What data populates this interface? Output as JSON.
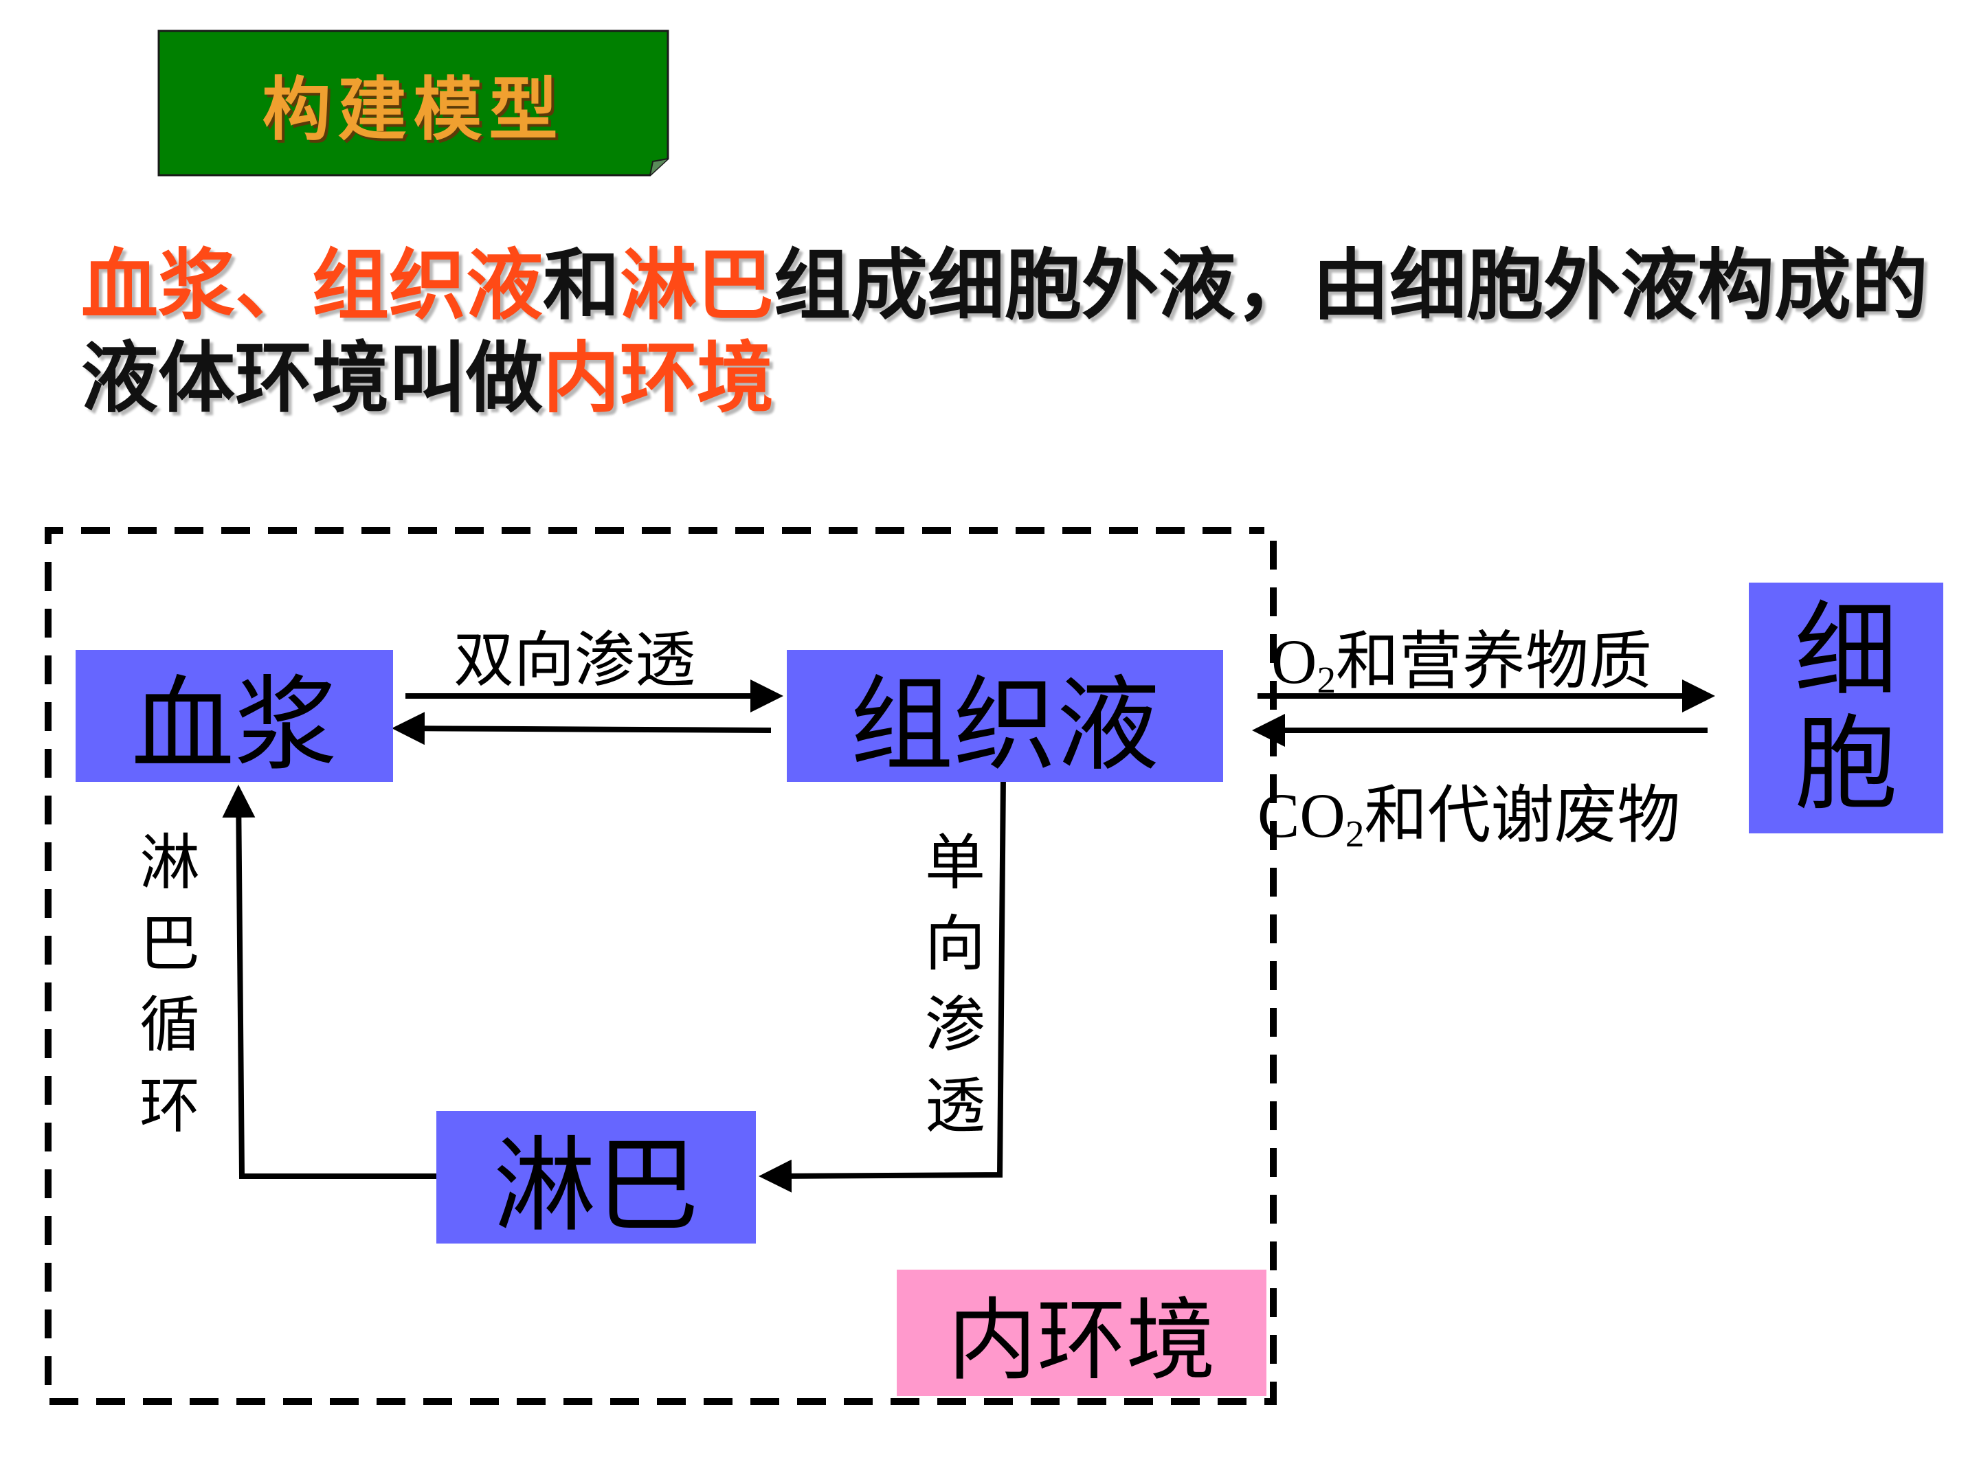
{
  "title": "构建模型",
  "definition": {
    "segments": [
      {
        "text": "血浆、组织液",
        "highlight": true
      },
      {
        "text": "和",
        "highlight": false
      },
      {
        "text": "淋巴",
        "highlight": true
      },
      {
        "text": "组成细胞外液，由细胞外液构成的液体环境叫做",
        "highlight": false
      },
      {
        "text": "内环境",
        "highlight": true
      }
    ]
  },
  "diagram": {
    "plasma": "血浆",
    "tissue_fluid": "组织液",
    "lymph": "淋巴",
    "cell": [
      "细",
      "胞"
    ],
    "internal_environment": "内环境",
    "bidirectional_label": "双向渗透",
    "one_way_label": [
      "单",
      "向",
      "渗",
      "透"
    ],
    "lymph_circulation_label": [
      "淋",
      "巴",
      "循",
      "环"
    ],
    "to_cell_label": {
      "o": "O",
      "sub": "2",
      "rest": "和营养物质"
    },
    "from_cell_label": {
      "co": "CO",
      "sub": "2",
      "rest": "和代谢废物"
    }
  },
  "colors": {
    "title_bg": "#008000",
    "title_text": "#f0a030",
    "highlight_text": "#ff4a16",
    "box_fill": "#6666ff",
    "internal_env_fill": "#ff99cc"
  }
}
